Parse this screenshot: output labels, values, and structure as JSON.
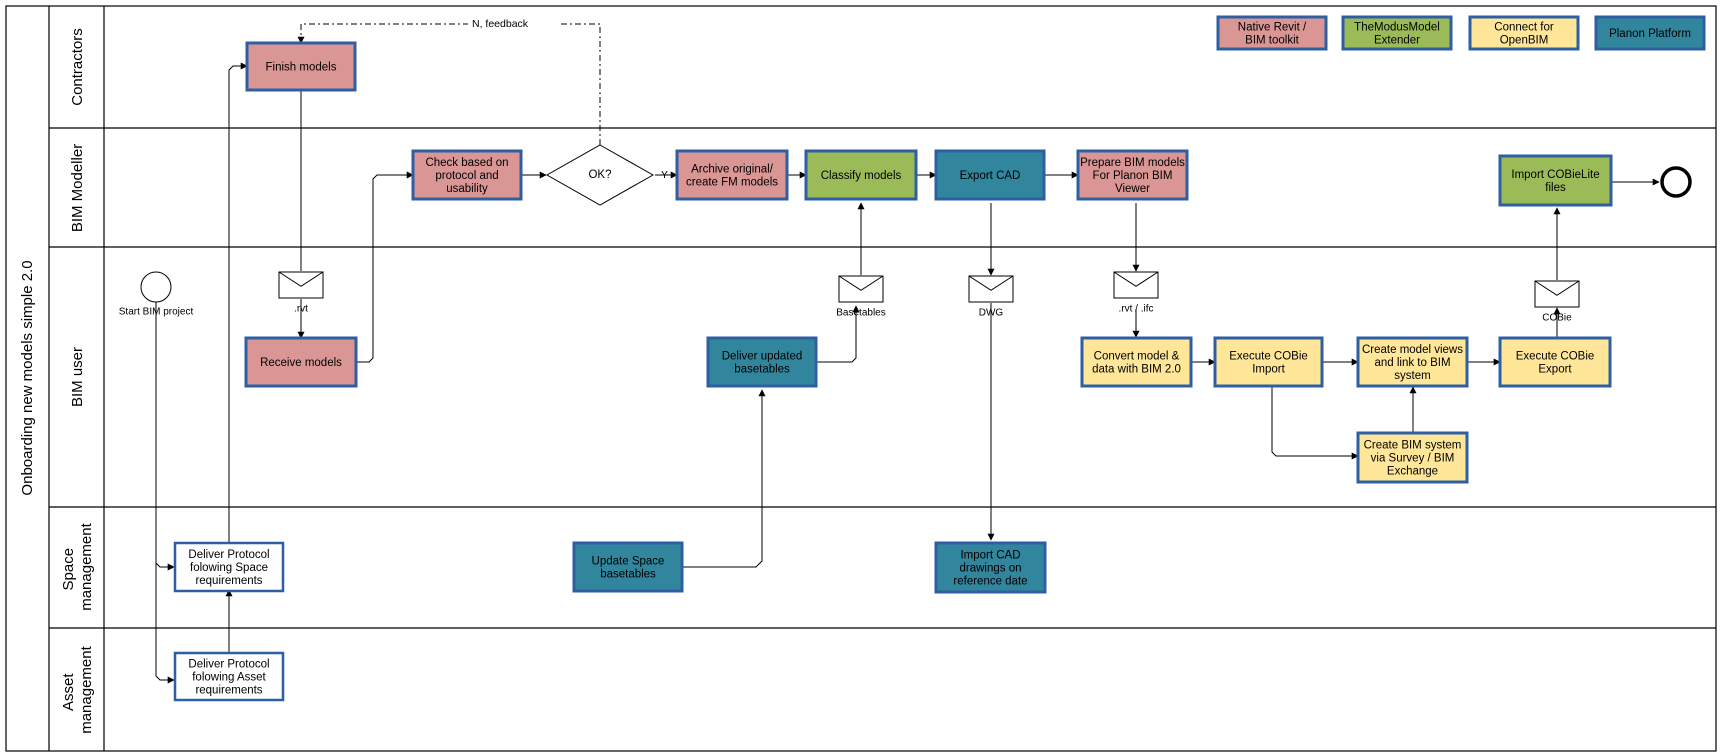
{
  "pool": {
    "title": "Onboarding new models simple 2.0"
  },
  "lanes": [
    {
      "id": "contractors",
      "title": "Contractors"
    },
    {
      "id": "modeller",
      "title": "BIM Modeller"
    },
    {
      "id": "user",
      "title": "BIM user"
    },
    {
      "id": "space",
      "title": "Space management"
    },
    {
      "id": "asset",
      "title": "Asset management"
    }
  ],
  "colors": {
    "native_revit": "#da9694",
    "modus": "#9bbb59",
    "connect": "#ffe699",
    "planon": "#31859c",
    "white": "#ffffff",
    "border": "#2e5fa3"
  },
  "legend": [
    {
      "id": "legend-native-revit",
      "label": "Native Revit / BIM toolkit",
      "color": "native_revit"
    },
    {
      "id": "legend-modus",
      "label": "TheModusModel Extender",
      "color": "modus"
    },
    {
      "id": "legend-connect",
      "label": "Connect for OpenBIM",
      "color": "connect"
    },
    {
      "id": "legend-planon",
      "label": "Planon Platform",
      "color": "planon"
    }
  ],
  "tasks": [
    {
      "id": "finish-models",
      "label": "Finish models",
      "color": "native_revit"
    },
    {
      "id": "check-protocol",
      "label": "Check based on protocol and usability",
      "color": "native_revit"
    },
    {
      "id": "archive-original",
      "label": "Archive original/ create FM models",
      "color": "native_revit"
    },
    {
      "id": "classify-models",
      "label": "Classify models",
      "color": "modus"
    },
    {
      "id": "export-cad",
      "label": "Export CAD",
      "color": "planon"
    },
    {
      "id": "prepare-bim",
      "label": "Prepare BIM models For Planon BIM Viewer",
      "color": "native_revit"
    },
    {
      "id": "import-cobielite",
      "label": "Import COBieLite files",
      "color": "modus"
    },
    {
      "id": "receive-models",
      "label": "Receive models",
      "color": "native_revit"
    },
    {
      "id": "deliver-basetables",
      "label": "Deliver updated basetables",
      "color": "planon"
    },
    {
      "id": "convert-model",
      "label": "Convert model & data with BIM 2.0",
      "color": "connect"
    },
    {
      "id": "execute-cobie-import",
      "label": "Execute COBie Import",
      "color": "connect"
    },
    {
      "id": "create-model-views",
      "label": "Create model views and link to BIM system",
      "color": "connect"
    },
    {
      "id": "execute-cobie-export",
      "label": "Execute COBie Export",
      "color": "connect"
    },
    {
      "id": "create-bim-system",
      "label": "Create BIM system via Survey / BIM Exchange",
      "color": "connect"
    },
    {
      "id": "deliver-protocol-space",
      "label": "Deliver Protocol folowing Space requirements",
      "color": "white"
    },
    {
      "id": "update-space-basetables",
      "label": "Update Space basetables",
      "color": "planon"
    },
    {
      "id": "import-cad-drawings",
      "label": "Import CAD drawings on reference date",
      "color": "planon"
    },
    {
      "id": "deliver-protocol-asset",
      "label": "Deliver Protocol folowing Asset requirements",
      "color": "white"
    }
  ],
  "gateway": {
    "label": "OK?"
  },
  "messages": [
    {
      "id": "msg-rvt",
      "label": ".rvt"
    },
    {
      "id": "msg-basetables",
      "label": "Basetables"
    },
    {
      "id": "msg-dwg",
      "label": "DWG"
    },
    {
      "id": "msg-rvt-ifc",
      "label": ".rvt / .ifc"
    },
    {
      "id": "msg-cobie",
      "label": "COBie"
    }
  ],
  "events": {
    "start": {
      "label": "Start BIM project"
    }
  },
  "flow_labels": {
    "feedback": "N, feedback",
    "yes": "Y"
  }
}
